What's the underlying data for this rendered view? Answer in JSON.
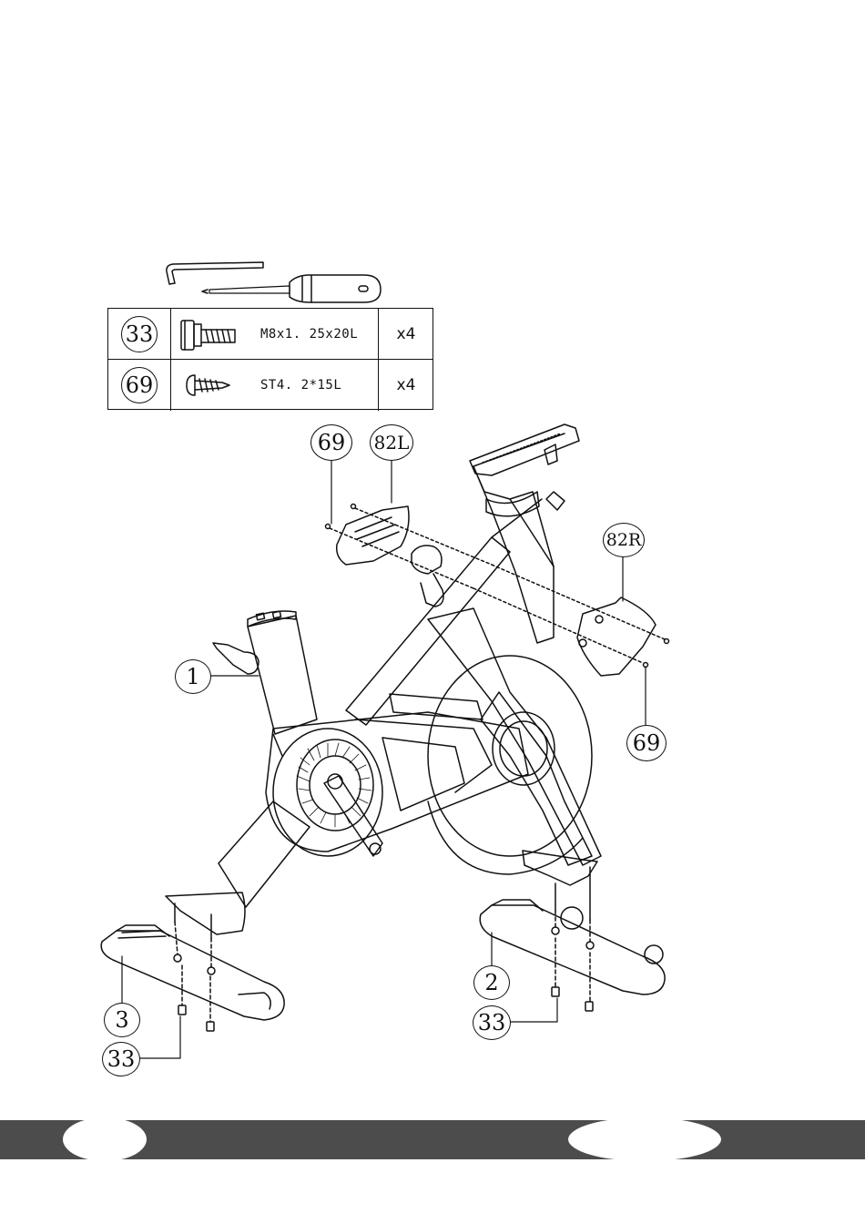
{
  "parts": [
    {
      "number": "33",
      "spec": "M8x1. 25x20L",
      "qty": "x4",
      "icon": "hex-bolt-with-washer-icon"
    },
    {
      "number": "69",
      "spec": "ST4. 2*15L",
      "qty": "x4",
      "icon": "self-tapping-screw-icon"
    }
  ],
  "tools": [
    "allen-key-icon",
    "screwdriver-icon"
  ],
  "callouts": {
    "c69_top": "69",
    "c82L": "82L",
    "c82R": "82R",
    "c69_right": "69",
    "c1": "1",
    "c2": "2",
    "c3": "3",
    "c33_left": "33",
    "c33_right": "33"
  },
  "footer": {
    "left_page": "",
    "right_page": ""
  }
}
